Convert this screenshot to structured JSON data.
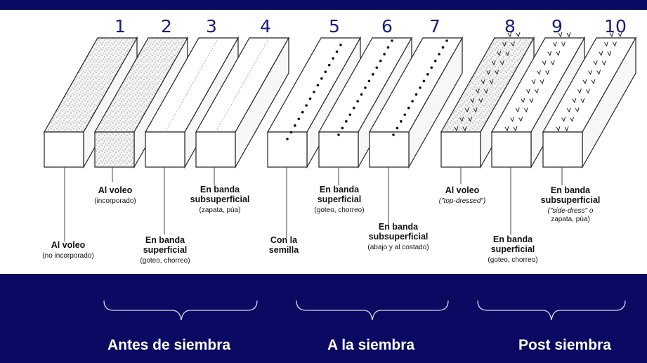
{
  "numbers": [
    "1",
    "2",
    "3",
    "4",
    "5",
    "6",
    "7",
    "8",
    "9",
    "10"
  ],
  "labels": {
    "l1": {
      "title": [
        "Al voleo"
      ],
      "sub": [
        "(no incorporado)"
      ]
    },
    "l2": {
      "title": [
        "Al voleo"
      ],
      "sub": [
        "(incorporado)"
      ]
    },
    "l3": {
      "title": [
        "En banda",
        "superficial"
      ],
      "sub": [
        "(goteo, chorreo)"
      ]
    },
    "l4": {
      "title": [
        "En banda",
        "subsuperficial"
      ],
      "sub": [
        "(zapata, púa)"
      ]
    },
    "l5": {
      "title": [
        "Con la",
        "semilla"
      ],
      "sub": []
    },
    "l6": {
      "title": [
        "En banda",
        "superficial"
      ],
      "sub": [
        "(goteo, chorreo)"
      ]
    },
    "l7": {
      "title": [
        "En banda",
        "subsuperficial"
      ],
      "sub": [
        "(abajo y al costado)"
      ]
    },
    "l8": {
      "title": [
        "Al voleo"
      ],
      "sub": [
        "(\"top-dressed\")"
      ]
    },
    "l9": {
      "title": [
        "En banda",
        "superficial"
      ],
      "sub": [
        "(goteo, chorreo)"
      ]
    },
    "l10": {
      "title": [
        "En banda",
        "subsuperficial"
      ],
      "sub": [
        "(\"side-dress\" o",
        "zapata, púa)"
      ]
    }
  },
  "stages": {
    "before": "Antes de siembra",
    "at": "A la siembra",
    "post": "Post siembra"
  },
  "colors": {
    "navy": "#0a0a62",
    "number": "#1b1b7a",
    "white": "#ffffff"
  }
}
